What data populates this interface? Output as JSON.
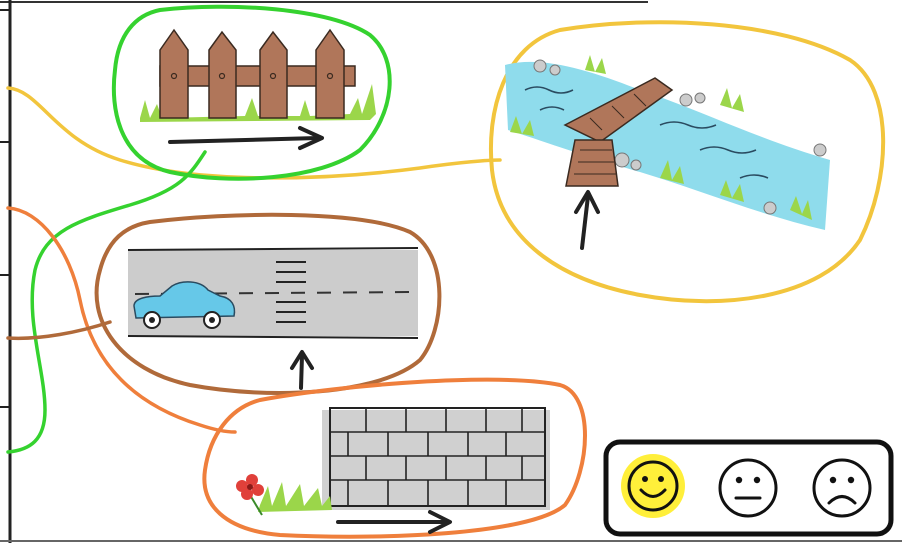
{
  "colors": {
    "paper": "#ffffff",
    "ink": "#1a1a1a",
    "green_loop": "#35d22f",
    "yellow_loop": "#f2c53d",
    "brown_loop": "#b06a3a",
    "orange_loop": "#ef7f3c",
    "fence_wood": "#b0765a",
    "grass": "#9bd64a",
    "water": "#8fdcec",
    "road": "#cccccc",
    "car": "#66c8e8",
    "wall": "#d0d0d0",
    "flower": "#e0403a",
    "smiley_highlight": "#ffef3a"
  },
  "scenes": [
    {
      "name": "fence",
      "icon": "fence-icon",
      "loop_color": "green_loop",
      "arrow": "right"
    },
    {
      "name": "river-bridge",
      "icon": "bridge-icon",
      "loop_color": "yellow_loop",
      "arrow": "up"
    },
    {
      "name": "road-crossing",
      "icon": "car-road-icon",
      "loop_color": "brown_loop",
      "arrow": "up"
    },
    {
      "name": "brick-wall",
      "icon": "wall-icon",
      "loop_color": "orange_loop",
      "arrow": "right"
    }
  ],
  "rating_panel": {
    "options": [
      {
        "name": "happy",
        "icon": "smiley-happy-icon",
        "selected": true
      },
      {
        "name": "neutral",
        "icon": "smiley-neutral-icon",
        "selected": false
      },
      {
        "name": "sad",
        "icon": "smiley-sad-icon",
        "selected": false
      }
    ]
  }
}
